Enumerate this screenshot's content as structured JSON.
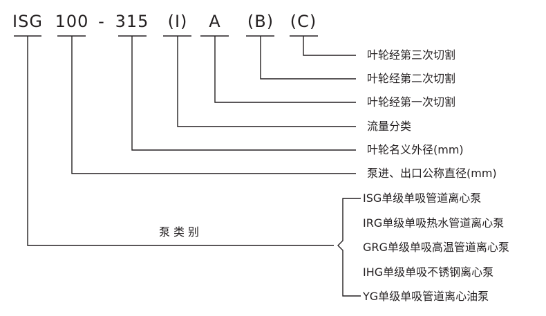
{
  "model_code": {
    "segments": [
      "ISG",
      "100",
      "-",
      "315",
      "(I)",
      "A",
      "(B)",
      "(C)"
    ]
  },
  "explanations": [
    "叶轮经第三次切割",
    "叶轮经第二次切割",
    "叶轮经第一次切割",
    "流量分类",
    "叶轮名义外径(mm)",
    "泵进、出口公称直径(mm)"
  ],
  "pump_category": {
    "label": "泵类别",
    "types": [
      "ISG单级单吸管道离心泵",
      "IRG单级单吸热水管道离心泵",
      "GRG单级单吸高温管道离心泵",
      "IHG单级单吸不锈钢离心泵",
      "YG单级单吸管道离心油泵"
    ]
  }
}
